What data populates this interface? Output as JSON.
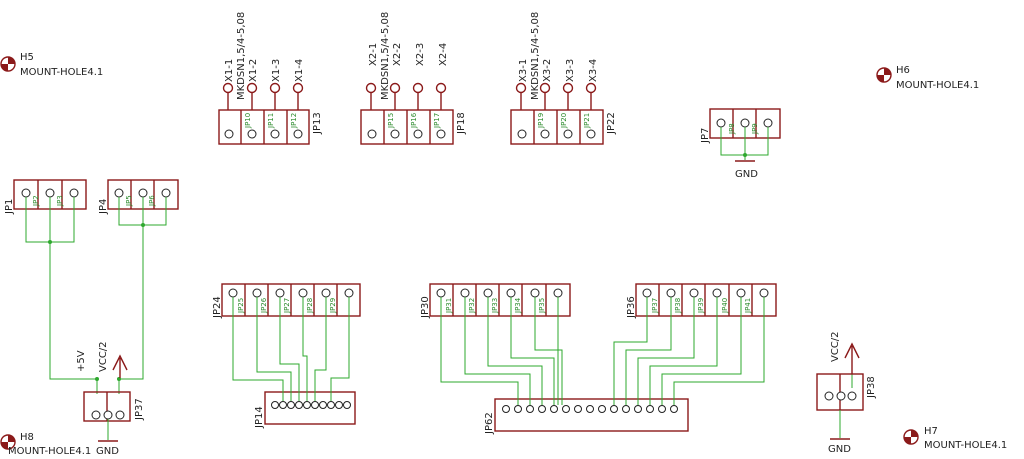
{
  "colors": {
    "part": "#8b1a1a",
    "wire": "#2ea82e",
    "text": "#222222"
  },
  "icons": [
    "mount-hole-icon",
    "power-arrow-icon",
    "ground-icon"
  ],
  "mount_holes": [
    {
      "ref": "H5",
      "value": "MOUNT-HOLE4.1"
    },
    {
      "ref": "H6",
      "value": "MOUNT-HOLE4.1"
    },
    {
      "ref": "H7",
      "value": "MOUNT-HOLE4.1"
    },
    {
      "ref": "H8",
      "value": "MOUNT-HOLE4.1"
    }
  ],
  "terminals": [
    {
      "group": "X1",
      "pins": [
        "X1-1",
        "X1-2",
        "X1-3",
        "X1-4"
      ],
      "value": "MKDSN1,5/4-5,08",
      "header": "JP13",
      "sub": [
        "JP10",
        "JP11",
        "JP12"
      ]
    },
    {
      "group": "X2",
      "pins": [
        "X2-1",
        "X2-2",
        "X2-3",
        "X2-4"
      ],
      "value": "MKDSN1,5/4-5,08",
      "header": "JP18",
      "sub": [
        "JP15",
        "JP16",
        "JP17"
      ]
    },
    {
      "group": "X3",
      "pins": [
        "X3-1",
        "X3-2",
        "X3-3",
        "X3-4"
      ],
      "value": "MKDSN1,5/4-5,08",
      "header": "JP22",
      "sub": [
        "JP19",
        "JP20",
        "JP21"
      ]
    }
  ],
  "headers": {
    "jp7": {
      "ref": "JP7",
      "sub": [
        "JP8",
        "JP9"
      ]
    },
    "jp1": {
      "ref": "JP1",
      "sub": [
        "JP2",
        "JP3"
      ]
    },
    "jp4": {
      "ref": "JP4",
      "sub": [
        "JP5",
        "JP6"
      ]
    },
    "jp24": {
      "ref": "JP24",
      "sub": [
        "JP25",
        "JP26",
        "JP27",
        "JP28",
        "JP29"
      ]
    },
    "jp30": {
      "ref": "JP30",
      "sub": [
        "JP31",
        "JP32",
        "JP33",
        "JP34",
        "JP35"
      ]
    },
    "jp36": {
      "ref": "JP36",
      "sub": [
        "JP37",
        "JP38",
        "JP39",
        "JP40",
        "JP41"
      ]
    },
    "jp14": {
      "ref": "JP14"
    },
    "jp62": {
      "ref": "JP62"
    },
    "jp37": {
      "ref": "JP37"
    },
    "jp38": {
      "ref": "JP38"
    }
  },
  "net_labels": {
    "gnd": "GND",
    "vcc2": "VCC/2",
    "p5v": "+5V"
  }
}
